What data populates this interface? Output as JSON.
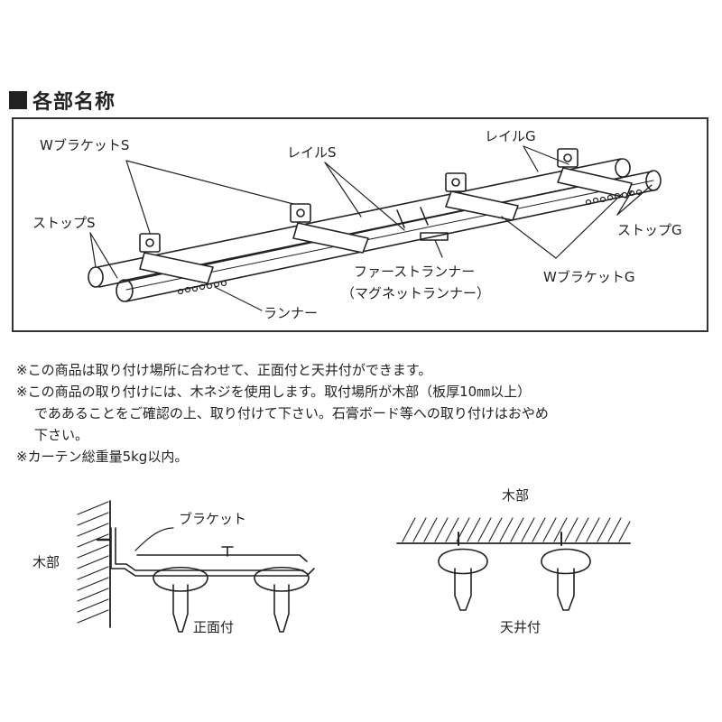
{
  "section_title": "各部名称",
  "labels": {
    "w_bracket_s": "WブラケットS",
    "rail_s": "レイルS",
    "rail_g": "レイルG",
    "stop_s": "ストップS",
    "stop_g": "ストップG",
    "first_runner": "ファーストランナー",
    "magnet_runner": "（マグネットランナー）",
    "w_bracket_g": "WブラケットG",
    "runner": "ランナー"
  },
  "notes": [
    "※この商品は取り付け場所に合わせて、正面付と天井付ができます。",
    "※この商品の取り付けには、木ネジを使用します。取付場所が木部（板厚10㎜以上）",
    "でああることをご確認の上、取り付けて下さい。石膏ボード等への取り付けはおやめ",
    "下さい。",
    "※カーテン総重量5kg以内。"
  ],
  "mount": {
    "front_wood": "木部",
    "bracket": "ブラケット",
    "front_caption": "正面付",
    "ceiling_wood": "木部",
    "ceiling_caption": "天井付"
  }
}
